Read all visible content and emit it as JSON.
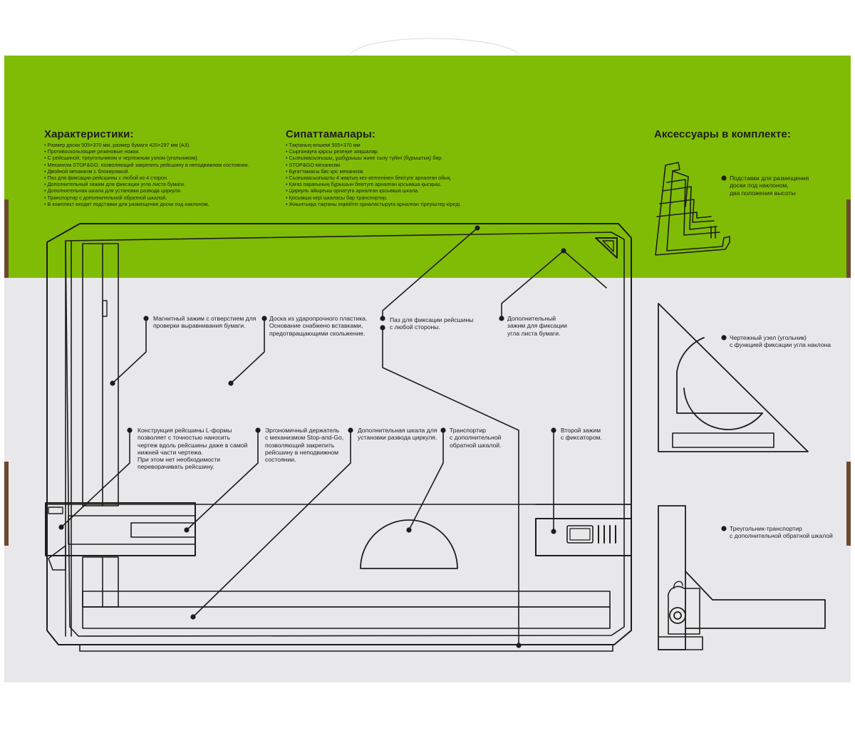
{
  "colors": {
    "top_panel": "#80bc05",
    "bottom_panel": "#e8e7ea",
    "line": "#1d1d1b",
    "handle": "#f1f1f1"
  },
  "characteristics": {
    "heading": "Характеристики:",
    "items": [
      "Размер доски 505×370 мм, размер бумаги 420×297 мм (А3).",
      "Противоскользящие резиновые ножки.",
      "С рейсшиной, треугольником и чертежным узлом (угольником).",
      "Механизм STOP&GO, позволяющий закрепить рейсшину в неподвижном состоянии.",
      "Двойной механизм с блокировкой.",
      "Паз для фиксации рейсшины с любой из 4 сторон.",
      "Дополнительный зажим для фиксации угла листа бумаги.",
      "Дополнительная шкала для установки развода циркуля.",
      "Транспортир с дополнительной обратной шкалой.",
      "В комплект входят подставки для размещения доски под наклоном."
    ]
  },
  "sipattamalary": {
    "heading": "Сипаттамалары:",
    "items": [
      "Тақтаның өлшемі 505×370 мм",
      "Сырғанауға қарсы резеңке аяқшалар.",
      "Сызғымасызғышы, ұшбұрышы және сызу түйіні (бұрыштық) бар.",
      "STOP&GO механизмі.",
      "Бұғаттамасы бас қос механизм.",
      "Сызғымасызғышты 4 жақтың кез-келгенінен бекітуге арналған ойық.",
      "Қағаз парағының бұрышын бекітуге арналған қосымша қысқыш.",
      "Циркуль айырғыш орнатуға арналған қосымша шкала.",
      "Қосымша кері шкаласы бар транспортир.",
      "Жиынтыққа тақтаны еңкейтіп орналастыруға арналған тіреуіштер кіреді."
    ]
  },
  "accessories": {
    "heading": "Аксессуары в комплекте:",
    "stand": "Подставки для размещения\nдоски под наклоном,\nдва положения высоты",
    "drafting_head": "Чертежный узел (угольник)\nс функцией фиксации угла наклона",
    "triangle": "Треугольник-транспортир\nс дополнительной обратной шкалой"
  },
  "callouts": {
    "magnetic_clamp": "Магнитный зажим с отверстием для\nпроверки выравнивания бумаги.",
    "board": "Доска из ударопрочного пластика.\nОснование снабжено вставками,\nпредотвращающими скольжение.",
    "slot": "Паз для фиксации рейсшины\nс любой стороны.",
    "corner_clamp": "Дополнительный\nзажим для фиксации\nугла листа бумаги.",
    "l_ruler": "Конструкция рейсшины L-формы\nпозволяет с точностью наносить\nчертеж вдоль рейсшины даже в самой\nнижней части чертежа.\nПри этом нет необходимости\nпереворачивать рейсшину.",
    "holder": "Эргономичный держатель\nс механизмом Stop-and-Go,\nпозволяющий закрепить\nрейсшину в неподвижном\nсостоянии.",
    "scale": "Дополнительная шкала для\nустановки развода циркуля.",
    "protractor": "Транспортир\nс дополнительной\nобратной шкалой.",
    "second_clamp": "Второй зажим\nс фиксатором."
  }
}
